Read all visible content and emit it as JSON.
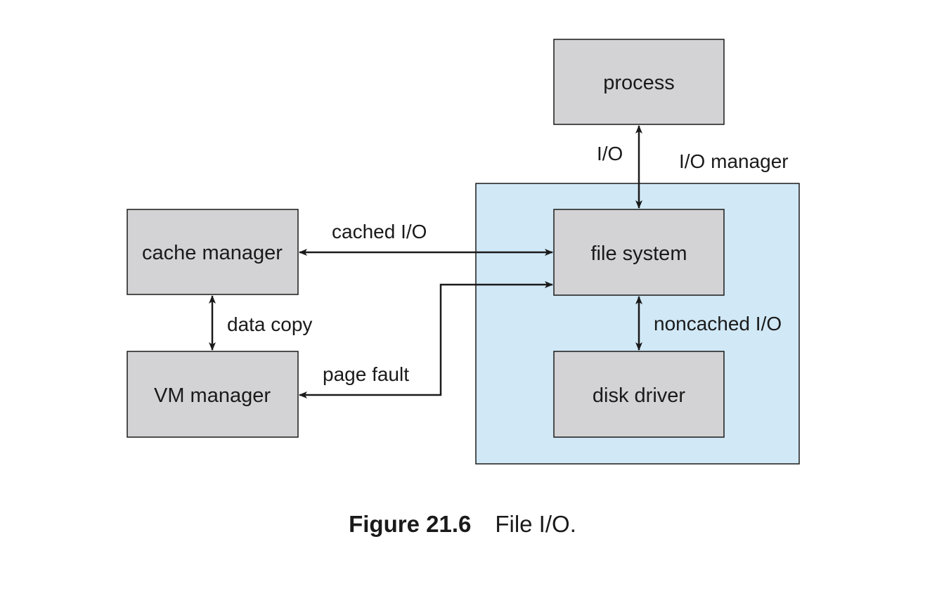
{
  "diagram": {
    "colors": {
      "box_fill": "#d3d3d5",
      "region_fill": "#d1e8f6",
      "stroke": "#1a1a1a"
    },
    "region_label": "I/O manager",
    "boxes": {
      "process": "process",
      "cache_manager": "cache manager",
      "file_system": "file system",
      "vm_manager": "VM manager",
      "disk_driver": "disk driver"
    },
    "edges": {
      "io": "I/O",
      "cached_io": "cached I/O",
      "data_copy": "data copy",
      "noncached_io": "noncached I/O",
      "page_fault": "page fault"
    }
  },
  "caption": {
    "number": "Figure 21.6",
    "text": "File I/O."
  }
}
